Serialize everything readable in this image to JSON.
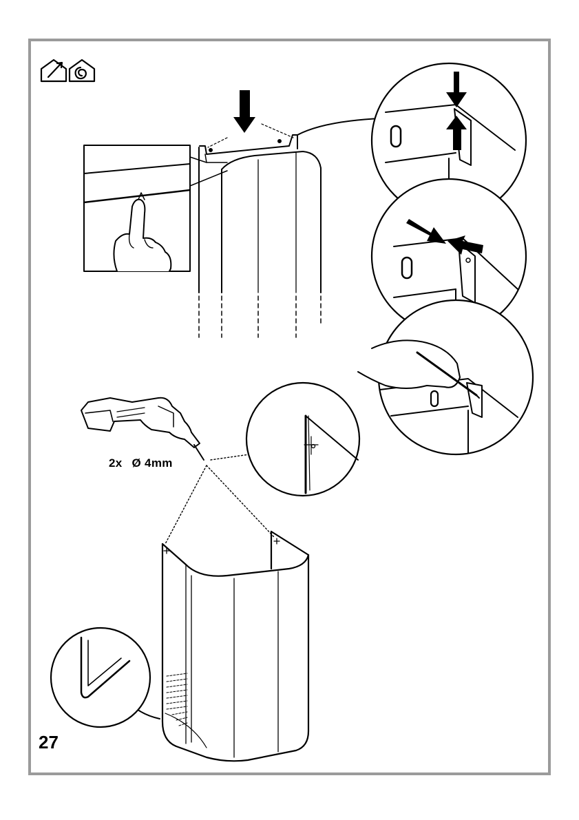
{
  "page": {
    "number": "27",
    "frame_color": "#9b9b9b"
  },
  "drill_spec": {
    "quantity": "2x",
    "diameter": "Ø 4mm"
  },
  "icons": [
    "house-arrow-icon",
    "house-spiral-icon"
  ]
}
